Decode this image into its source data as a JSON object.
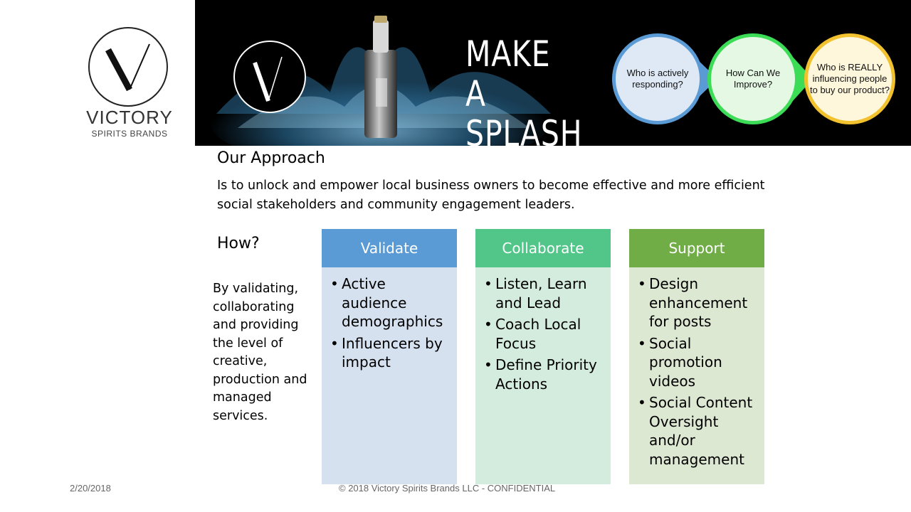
{
  "logo": {
    "name": "VICTORY",
    "sub": "SPIRITS BRANDS"
  },
  "banner": {
    "title_line1": "MAKE A",
    "title_line2": "SPLASH"
  },
  "flow": [
    {
      "text": "Who is actively responding?",
      "color": "#5b9bd5"
    },
    {
      "text": "How Can We Improve?",
      "color": "#3ddc57"
    },
    {
      "text": "Who is REALLY influencing people to buy our product?",
      "color": "#f2c12e"
    }
  ],
  "approach": {
    "title": "Our Approach",
    "body": "Is to unlock and empower local business owners to become effective and more efficient social stakeholders and community engagement leaders."
  },
  "how": {
    "label": "How?",
    "body": "By validating, collaborating and providing the level of creative, production and managed services."
  },
  "columns": [
    {
      "header": "Validate",
      "color": "#5b9bd5",
      "items": [
        "Active audience demographics",
        "Influencers by impact"
      ]
    },
    {
      "header": "Collaborate",
      "color": "#52c689",
      "items": [
        "Listen, Learn and Lead",
        "Coach Local Focus",
        "Define Priority Actions"
      ]
    },
    {
      "header": "Support",
      "color": "#70ad47",
      "items": [
        "Design enhancement for posts",
        "Social promotion videos",
        "Social Content Oversight and/or management"
      ]
    }
  ],
  "footer": {
    "date": "2/20/2018",
    "copyright": "© 2018 Victory Spirits Brands LLC  - CONFIDENTIAL"
  }
}
